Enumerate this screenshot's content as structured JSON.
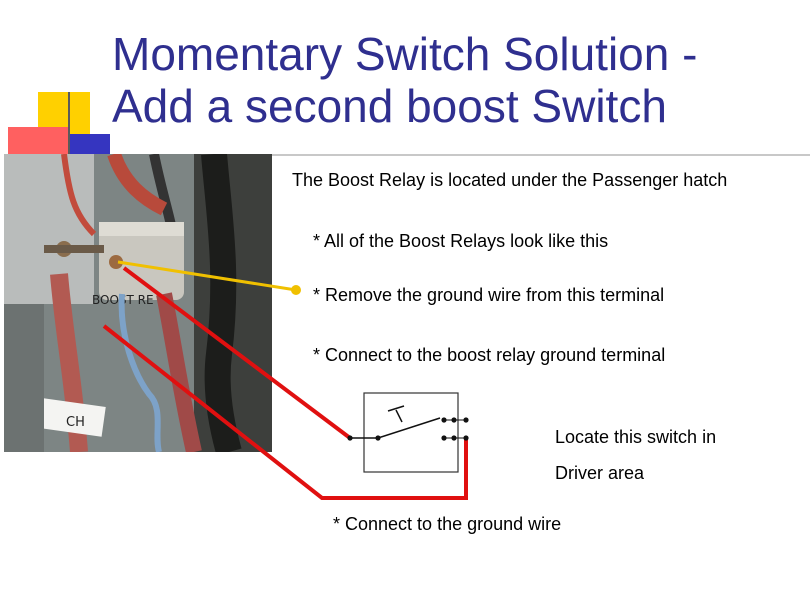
{
  "slide": {
    "title_line1": "Momentary Switch Solution -",
    "title_line2": "Add a second boost Switch",
    "relay_location": "The Boost Relay is located under the Passenger hatch",
    "bullet1": "* All of the Boost Relays look like this",
    "bullet2": "* Remove the ground wire from this terminal",
    "bullet3": "* Connect to the boost relay ground terminal",
    "switch_note_line1": "Locate this switch in",
    "switch_note_line2": "Driver area",
    "ground_note": "* Connect to the ground wire"
  },
  "photo": {
    "label_relay": "BOOST RE",
    "label_ch": "CH"
  },
  "colors": {
    "title": "#2f2f8f",
    "red_wire": "#e01010",
    "yellow_pointer": "#f0c000",
    "accent_yellow": "#ffd000",
    "accent_red": "#ff5a5a",
    "accent_blue": "#3030c0"
  }
}
